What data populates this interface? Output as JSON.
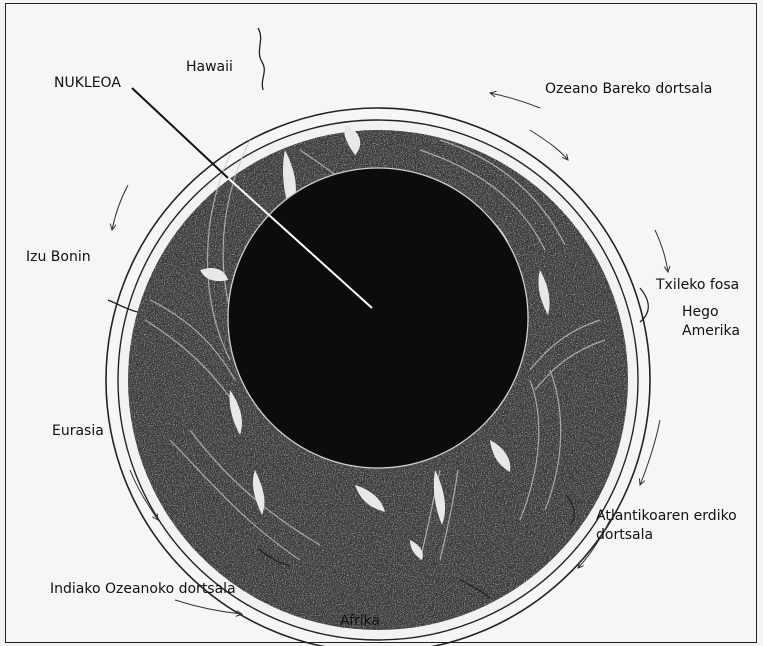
{
  "labels": {
    "nucleus": "NUKLEOA",
    "hawaii": "Hawaii",
    "pacific_ridge": "Ozeano Bareko dortsala",
    "izu_bonin": "Izu Bonin",
    "chile_trench": "Txileko fosa",
    "south_america_1": "Hego",
    "south_america_2": "Amerika",
    "eurasia": "Eurasia",
    "mid_atlantic_1": "Atlantikoaren erdiko",
    "mid_atlantic_2": "dortsala",
    "indian_ridge": "Indiako Ozeanoko dortsala",
    "africa": "Afrika"
  },
  "colors": {
    "mantle": "#3a3a3a",
    "core": "#0c0c0c",
    "line": "#222222",
    "pointer": "#ffffff"
  }
}
